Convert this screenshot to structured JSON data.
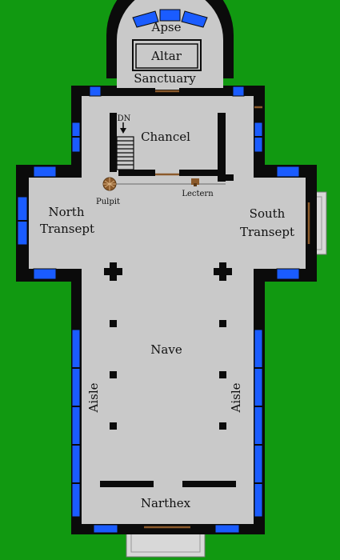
{
  "colors": {
    "grass": "#119911",
    "wall": "#0b0b0b",
    "floor": "#c9c9c9",
    "window": "#1a5cff",
    "door": "#8b5a2b",
    "steps": "#d8d8d8"
  },
  "labels": {
    "apse": "Apse",
    "altar": "Altar",
    "sanctuary": "Sanctuary",
    "stairs_dn": "DN",
    "chancel": "Chancel",
    "pulpit": "Pulpit",
    "lectern": "Lectern",
    "north_transept_line1": "North",
    "north_transept_line2": "Transept",
    "south_transept_line1": "South",
    "south_transept_line2": "Transept",
    "nave": "Nave",
    "aisle_left": "Aisle",
    "aisle_right": "Aisle",
    "narthex": "Narthex"
  }
}
